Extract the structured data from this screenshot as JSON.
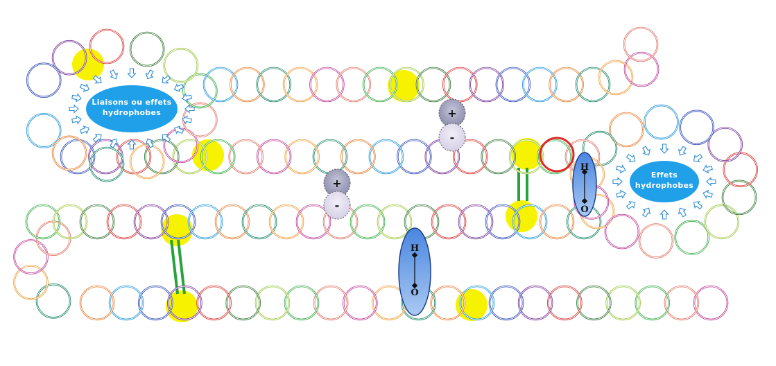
{
  "labels": {
    "hydrophobic_left_line1": "Liaisons ou effets",
    "hydrophobic_left_line2": "hydrophobes",
    "hydrophobic_right_line1": "Effets",
    "hydrophobic_right_line2": "hydrophobes",
    "plus": "+",
    "minus": "-",
    "hydrogen": "H",
    "oxygen": "O"
  },
  "colors": {
    "ring_palette": [
      "#e8823a",
      "#3cae4a",
      "#3550b8",
      "#c0449a",
      "#d93a3a",
      "#1f8a6a",
      "#a0c846",
      "#2a9ad8",
      "#e07a6a",
      "#7a3a9a",
      "#f0a040",
      "#3a7a3a"
    ],
    "highlight_residue": "#f7f200",
    "disulfide_bridge": "#27a33a",
    "cloud": "#1fa0e8",
    "charge": "#9a9ab8",
    "hydrogen_bond": "#2f6fd0"
  }
}
